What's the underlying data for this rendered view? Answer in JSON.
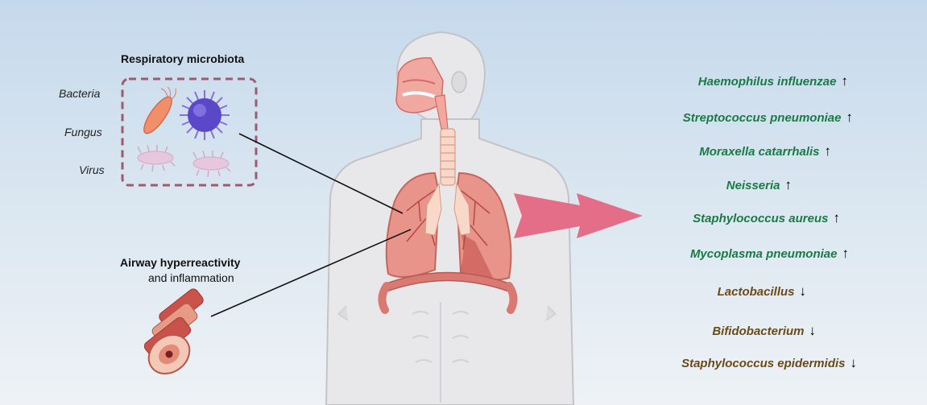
{
  "left": {
    "microbiota_title": "Respiratory microbiota",
    "types": [
      "Bacteria",
      "Fungus",
      "Virus"
    ],
    "airway_title": "Airway hyperreactivity",
    "airway_subtitle": "and inflammation"
  },
  "organisms": [
    {
      "name": "Haemophilus influenzae",
      "arrow": "↑",
      "trend": "up"
    },
    {
      "name": "Streptococcus pneumoniae",
      "arrow": "↑",
      "trend": "up"
    },
    {
      "name": "Moraxella catarrhalis",
      "arrow": "↑",
      "trend": "up"
    },
    {
      "name": "Neisseria",
      "arrow": "↑",
      "trend": "up"
    },
    {
      "name": "Staphylococcus aureus",
      "arrow": "↑",
      "trend": "up"
    },
    {
      "name": "Mycoplasma pneumoniae",
      "arrow": "↑",
      "trend": "up"
    },
    {
      "name": "Lactobacillus",
      "arrow": "↓",
      "trend": "down"
    },
    {
      "name": "Bifidobacterium",
      "arrow": "↓",
      "trend": "down"
    },
    {
      "name": "Staphylococcus epidermidis",
      "arrow": "↓",
      "trend": "down"
    }
  ],
  "colors": {
    "increase": "#1a7a45",
    "decrease": "#6b4a1a",
    "pointer": "#e06a85"
  }
}
